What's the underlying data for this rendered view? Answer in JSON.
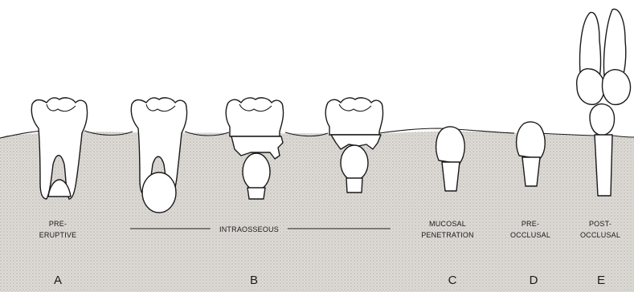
{
  "colors": {
    "background": "#ffffff",
    "tissue": "#d9d6d2",
    "outline": "#1a1a1a"
  },
  "stage_labels": {
    "pre_eruptive": [
      "PRE-",
      "ERUPTIVE"
    ],
    "intraosseous": "INTRAOSSEOUS",
    "mucosal_penetration": [
      "MUCOSAL",
      "PENETRATION"
    ],
    "pre_occlusal": [
      "PRE-",
      "OCCLUSAL"
    ],
    "post_occlusal": [
      "POST-",
      "OCCLUSAL"
    ]
  },
  "letters": {
    "a": "A",
    "b": "B",
    "c": "C",
    "d": "D",
    "e": "E"
  }
}
